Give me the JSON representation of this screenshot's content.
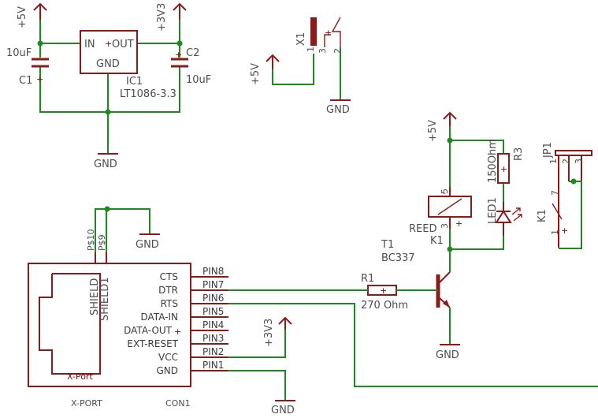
{
  "power": {
    "plus5v": "+5V",
    "plus3v3": "+3V3",
    "gnd": "GND"
  },
  "regulator": {
    "in_label": "IN",
    "out_label": "OUT",
    "gnd_label": "GND",
    "plus_mark": "+",
    "name": "IC1",
    "value": "LT1086-3.3"
  },
  "capacitors": {
    "c1_name": "C1",
    "c1_value": "10uF",
    "c2_name": "C2",
    "c2_value": "10uF",
    "plus_mark": "+"
  },
  "jack": {
    "name": "X1",
    "pin1": "1",
    "pin2": "2",
    "pin3": "3",
    "plus_mark": "+"
  },
  "reed": {
    "label": "REED",
    "name": "K1",
    "pin5": "5",
    "pin3": "3",
    "minus_mark": "-",
    "plus_mark": "+"
  },
  "r3": {
    "name": "R3",
    "value": "150Ohm",
    "plus_mark": "+"
  },
  "led": {
    "name": "LED1"
  },
  "jp1": {
    "name": "JP1",
    "pin1": "1",
    "pin2": "2",
    "pin3": "3"
  },
  "k1_switch": {
    "name": "K1",
    "pin7": "7",
    "pin1": "1",
    "plus_mark": "+"
  },
  "transistor": {
    "name": "T1",
    "value": "BC337"
  },
  "r1": {
    "name": "R1",
    "value": "270 Ohm",
    "plus_mark": "+"
  },
  "xport": {
    "shield_labels": [
      "SHIELD",
      "SHIELD1"
    ],
    "pin_labels_left": [
      "CTS",
      "DTR",
      "RTS",
      "DATA-IN",
      "DATA-OUT",
      "EXT-RESET",
      "VCC",
      "GND"
    ],
    "pin_numbers": [
      "PIN8",
      "PIN7",
      "PIN6",
      "PIN5",
      "PIN4",
      "PIN3",
      "PIN2",
      "PIN1"
    ],
    "plus_mark": "+",
    "inner_label": "X-Port",
    "part_label": "X-PORT",
    "name": "CON1",
    "pad_labels": [
      "P$10",
      "P$9"
    ]
  }
}
